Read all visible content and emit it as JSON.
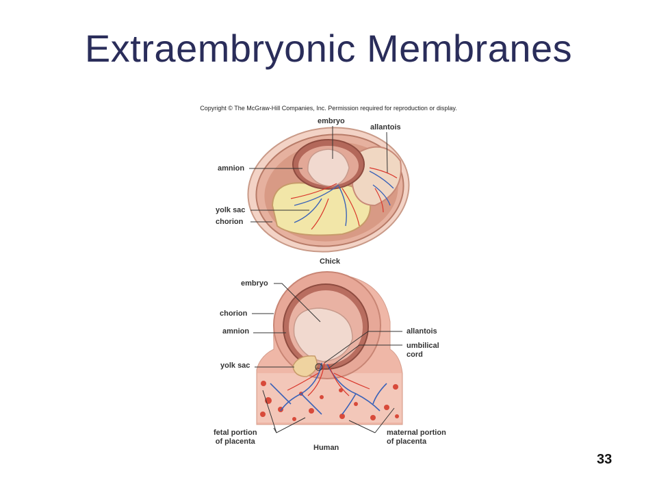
{
  "title": "Extraembryonic Membranes",
  "copyright": "Copyright © The McGraw-Hill Companies, Inc. Permission required for reproduction or display.",
  "page_number": "33",
  "chick": {
    "caption": "Chick",
    "labels": {
      "embryo": "embryo",
      "allantois": "allantois",
      "amnion": "amnion",
      "yolk_sac": "yolk sac",
      "chorion": "chorion"
    }
  },
  "human": {
    "caption": "Human",
    "labels": {
      "embryo": "embryo",
      "chorion": "chorion",
      "amnion": "amnion",
      "allantois": "allantois",
      "umbilical_line1": "umbilical",
      "umbilical_line2": "cord",
      "yolk_sac": "yolk sac",
      "fetal_line1": "fetal portion",
      "fetal_line2": "of placenta",
      "maternal_line1": "maternal portion",
      "maternal_line2": "of placenta"
    }
  },
  "colors": {
    "title": "#2a2d5a",
    "shell": "#e8b9a6",
    "membrane": "#c98a78",
    "embryo": "#f1d9cf",
    "yolk": "#f2e6a8",
    "artery": "#d9362b",
    "vein": "#3a62b8"
  }
}
